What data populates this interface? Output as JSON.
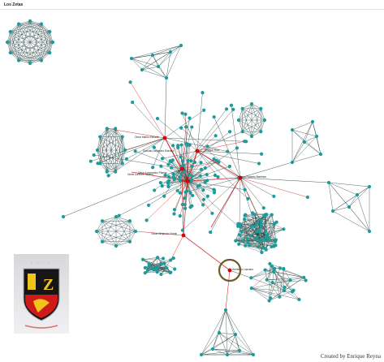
{
  "title": "Los Zetas",
  "credit": "Created by Enrique Reyna",
  "colors": {
    "node": "#1b9b9b",
    "edge": "#1f3d3a",
    "leader_edge": "#cc1111",
    "leader_node": "#dd0000",
    "highlight_ring": "#6b5a2b"
  },
  "node_labels": [
    "Omar Martin Estrada",
    "Gonzalo Alejandro Estrada",
    "Omar Lorenzo Trevino",
    "Enrique Ruiz",
    "Alfonso Roberto Martinez",
    "Omar Lormendez Pitalua",
    "Oscar Alejandro Duran",
    "Heriberto Lazcano"
  ],
  "logo": {
    "emblem_letters": "Z",
    "icon": "zetas-shield-logo"
  }
}
